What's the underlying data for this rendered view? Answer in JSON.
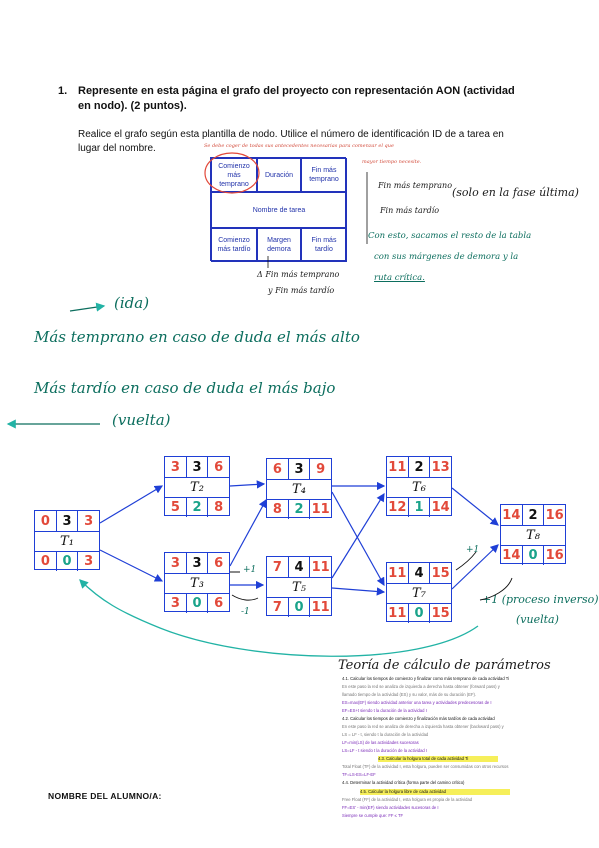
{
  "question": {
    "number": "1.",
    "text": "Represente en esta página el grafo del proyecto con representación AON (actividad en nodo). (2 puntos)."
  },
  "instruction": "Realice el grafo según esta plantilla de nodo. Utilice el número de identificación ID de a tarea en lugar del nombre.",
  "template": {
    "top": [
      "Comienzo más temprano",
      "Duración",
      "Fin más temprano"
    ],
    "middle": "Nombre de tarea",
    "bottom": [
      "Comienzo más tardío",
      "Margen demora",
      "Fin más tardío"
    ]
  },
  "annotations": {
    "red_note_1": "Se debe coger de todas sus antecedentes necesarias para comenzar el que",
    "red_note_2": "mayor tiempo necesite.",
    "fin_temprano": "Fin más temprano",
    "fin_tardio": "Fin más tardío",
    "solo_ultimo": "(solo en la fase última)",
    "conesto_1": "Con esto, sacamos el resto de la tabla",
    "conesto_2": "con sus márgenes de demora y la",
    "conesto_3": "ruta crítica.",
    "delta_1": "Δ Fin más temprano",
    "delta_2": "y Fin más tardío",
    "ida": "(ida)",
    "mas_temprano": "Más temprano en caso de duda el más alto",
    "mas_tardio": "Más tardío en caso de duda el más bajo",
    "vuelta": "(vuelta)",
    "plus1_a": "+1",
    "minus1_a": "-1",
    "plus1_b": "+1",
    "plus1_c": "+1 (proceso inverso)",
    "vuelta2": "(vuelta)"
  },
  "nodes": [
    {
      "id": "T1",
      "name": "T₁",
      "top": [
        "0",
        "3",
        "3"
      ],
      "bottom": [
        "0",
        "0",
        "3"
      ]
    },
    {
      "id": "T2",
      "name": "T₂",
      "top": [
        "3",
        "3",
        "6"
      ],
      "bottom": [
        "5",
        "2",
        "8"
      ]
    },
    {
      "id": "T3",
      "name": "T₃",
      "top": [
        "3",
        "3",
        "6"
      ],
      "bottom": [
        "3",
        "0",
        "6"
      ]
    },
    {
      "id": "T4",
      "name": "T₄",
      "top": [
        "6",
        "3",
        "9"
      ],
      "bottom": [
        "8",
        "2",
        "11"
      ]
    },
    {
      "id": "T5",
      "name": "T₅",
      "top": [
        "7",
        "4",
        "11"
      ],
      "bottom": [
        "7",
        "0",
        "11"
      ]
    },
    {
      "id": "T6",
      "name": "T₆",
      "top": [
        "11",
        "2",
        "13"
      ],
      "bottom": [
        "12",
        "1",
        "14"
      ]
    },
    {
      "id": "T7",
      "name": "T₇",
      "top": [
        "11",
        "4",
        "15"
      ],
      "bottom": [
        "11",
        "0",
        "15"
      ]
    },
    {
      "id": "T8",
      "name": "T₈",
      "top": [
        "14",
        "2",
        "16"
      ],
      "bottom": [
        "14",
        "0",
        "16"
      ]
    }
  ],
  "theory": {
    "title": "Teoría de cálculo de parámetros",
    "lines": [
      "4.1. Calcular los tiempos de comienzo y finalizar como más temprano de cada actividad Ti",
      "En este paso la red se analiza de izquierda a derecha hasta obtener (forward pass) y",
      "llamado tiempo de la actividad (ES) y su valor, más de su duración (EF).",
      "ES=max(EF) siendo actividad anterior una tarea y actividades predecesoras de I",
      "EF=ES+t siendo t la duración de la actividad I",
      "4.2. Calcular los tiempos de comienzo y finalización más tardíos de cada actividad",
      "En este paso la red se analiza de derecha a izquierda hasta obtener (backward pass) y",
      "LS = LF - t, siendo t la duración de la actividad",
      "LF=min(LS) de las actividades sucesoras",
      "LS=LF - t siendo t la duración de la actividad I",
      "4.3. Calcular la holgura total de cada actividad Ti",
      "Total Float (TF) de la actividad I, esta holgura, pueden ser consumidas con otros recursos",
      "TF=LS-ES=LF-EF",
      "4.4. Determinar la actividad crítica (forma parte del camino crítico)",
      "4.5. Calcular la holgura libre de cada actividad",
      "Free Float (FF) de la actividad I, esta holgura es propia de la actividad",
      "FF=ES' - min(EF) siendo actividades sucesoras de I",
      "Siempre se cumple que: FF ≤ TF"
    ]
  },
  "footer": "NOMBRE DEL ALUMNO/A:"
}
